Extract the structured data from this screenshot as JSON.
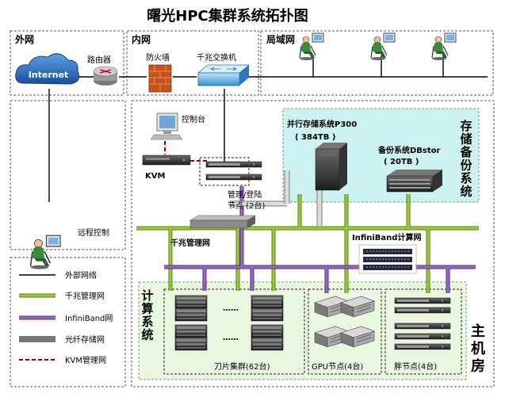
{
  "title": "曙光HPC集群系统拓扑图",
  "zones": {
    "external": "外网",
    "internal": "内网",
    "lan": "局域网",
    "storage": "存储备份系统",
    "compute": "计算系统",
    "machine_room": "主机房"
  },
  "nodes": {
    "internet": "Internet",
    "router": "路由器",
    "firewall": "防火墙",
    "gigabit_switch": "千兆交换机",
    "console": "控制台",
    "kvm": "KVM",
    "mgmt_login": "管理/登陆",
    "mgmt_login_count": "节点 (2台)",
    "remote_control": "远程控制",
    "parallel_storage": "并行存储系统P300",
    "parallel_storage_size": "( 384TB )",
    "backup_system": "备份系统DBstor",
    "backup_size": "( 20TB )",
    "gigabit_mgmt_net": "千兆管理网",
    "infiniband_net": "InfiniBand计算网",
    "blade_cluster": "刀片集群(62台)",
    "gpu_nodes": "GPU节点(4台)",
    "fat_nodes": "胖节点(4台)",
    "ellipsis": "……"
  },
  "legend": [
    {
      "label": "外部网络",
      "color": "#000000",
      "style": "solid-thin"
    },
    {
      "label": "千兆管理网",
      "color": "#99cc33",
      "style": "thick"
    },
    {
      "label": "InfiniBand网",
      "color": "#9966cc",
      "style": "thick"
    },
    {
      "label": "光纤存储网",
      "color": "#bbbbbb",
      "style": "tube"
    },
    {
      "label": "KVM管理网",
      "color": "#990000",
      "style": "dashed"
    }
  ],
  "colors": {
    "gigabit": "#99cc33",
    "infiniband": "#9966cc",
    "kvm": "#990000",
    "storage_bg": "#ccf2f2",
    "compute_bg": "#eaf7df",
    "zone_border": "#66aa66"
  }
}
